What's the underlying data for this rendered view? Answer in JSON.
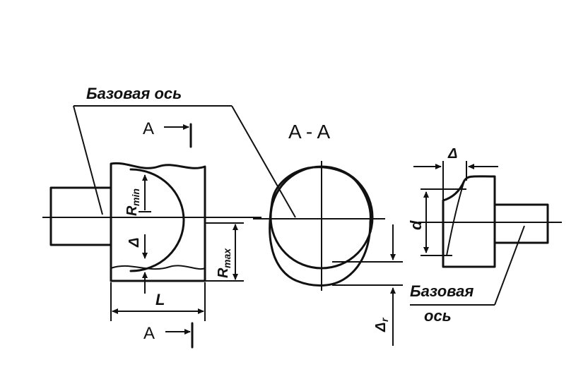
{
  "labels": {
    "base_axis_top": "Базовая ось",
    "section_mark_top": "A",
    "section_title": "A - A",
    "r_min": "R",
    "r_min_sub": "min",
    "r_max": "R",
    "r_max_sub": "max",
    "delta_left": "Δ",
    "length": "L",
    "section_mark_bottom": "A",
    "delta_r": "Δ",
    "delta_r_sub": "r",
    "diameter": "d",
    "delta_right": "Δ",
    "base_axis_right_line1": "Базовая",
    "base_axis_right_line2": "ось"
  },
  "colors": {
    "ink": "#111111",
    "paper": "#ffffff"
  }
}
